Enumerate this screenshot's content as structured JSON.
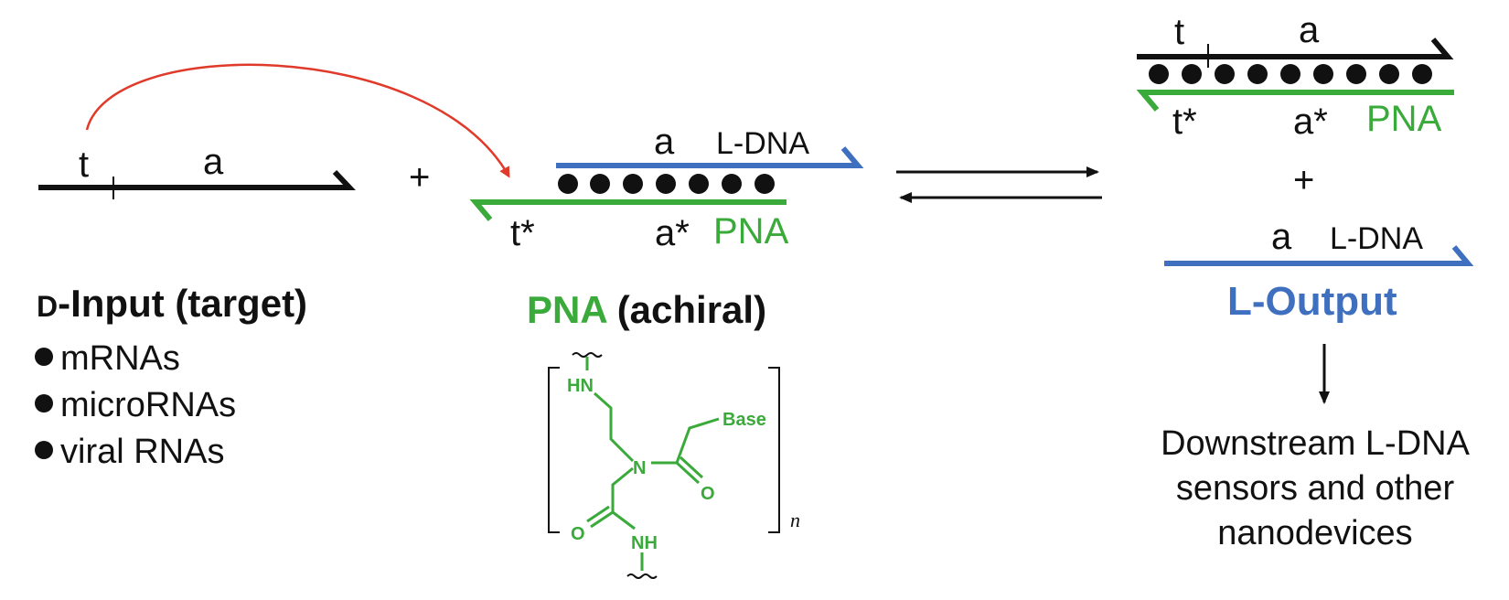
{
  "colors": {
    "black": "#111111",
    "green": "#3aaa3a",
    "blue": "#3f6fbf",
    "red": "#e03a2a"
  },
  "input_strand": {
    "toehold_label": "t",
    "domain_label": "a"
  },
  "plus": "+",
  "complex": {
    "top_domain_label": "a",
    "top_strand_label": "L-DNA",
    "bottom_toehold_label": "t*",
    "bottom_domain_label": "a*",
    "bottom_strand_label": "PNA"
  },
  "input_section": {
    "title_prefix": "D",
    "title_rest": "-Input (target)",
    "items": [
      "mRNAs",
      "microRNAs",
      "viral RNAs"
    ]
  },
  "pna_section": {
    "title_green": "PNA",
    "title_rest": "(achiral)",
    "structure_labels": {
      "hn": "HN",
      "base": "Base",
      "n": "N",
      "o1": "O",
      "o2": "O",
      "nh": "NH",
      "subscript": "n"
    }
  },
  "product_complex": {
    "top_toehold_label": "t",
    "top_domain_label": "a",
    "bottom_toehold_label": "t*",
    "bottom_domain_label": "a*",
    "bottom_strand_label": "PNA"
  },
  "output": {
    "domain_label": "a",
    "strand_label": "L-DNA",
    "title": "L-Output",
    "downstream_lines": [
      "Downstream L-DNA",
      "sensors and other",
      "nanodevices"
    ]
  }
}
